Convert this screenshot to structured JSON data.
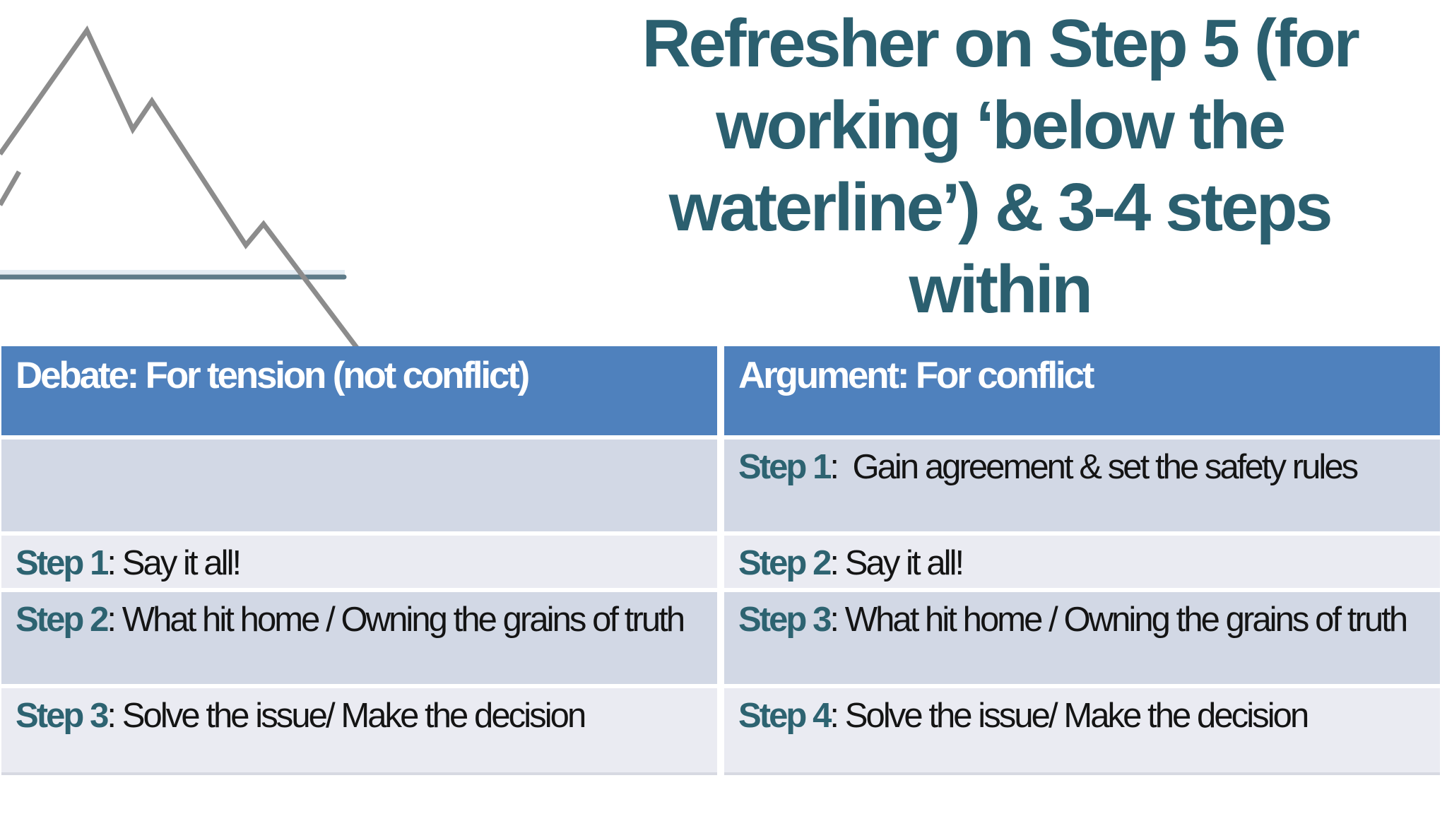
{
  "title": {
    "text": "Refresher on Step 5 (for working ‘below the waterline’) & 3-4 steps within",
    "lines": [
      "Refresher on Step 5 (for",
      "working ‘below the",
      "waterline’) & 3-4 steps",
      "within"
    ]
  },
  "table": {
    "headers": [
      "Debate: For tension (not conflict)",
      "Argument: For conflict"
    ],
    "rows": [
      [
        {
          "step": "",
          "rest": ""
        },
        {
          "step": "Step 1",
          "rest": ":  Gain agreement & set the safety rules"
        }
      ],
      [
        {
          "step": "Step 1",
          "rest": ": Say it all!"
        },
        {
          "step": "Step 2",
          "rest": ": Say it all!"
        }
      ],
      [
        {
          "step": "Step 2",
          "rest": ": What hit home / Owning the grains of truth"
        },
        {
          "step": "Step 3",
          "rest": ": What hit home / Owning the grains of truth"
        }
      ],
      [
        {
          "step": "Step 3",
          "rest": ": Solve the issue/ Make the decision"
        },
        {
          "step": "Step 4",
          "rest": ": Solve the issue/ Make the decision"
        }
      ]
    ]
  },
  "graphic": {
    "name": "mountain-peak-above-waterline"
  },
  "colors": {
    "background": "#ffffff",
    "title-teal": "#2b5f6f",
    "step-teal": "#2d6371",
    "header-bg": "#4f81bd",
    "header-text": "#ffffff",
    "band-dark": "#d2d8e5",
    "band-light": "#eaebf2",
    "body-text": "#141414",
    "mountain-gray": "#8c8c8c",
    "waterline": "#5d7b89"
  }
}
